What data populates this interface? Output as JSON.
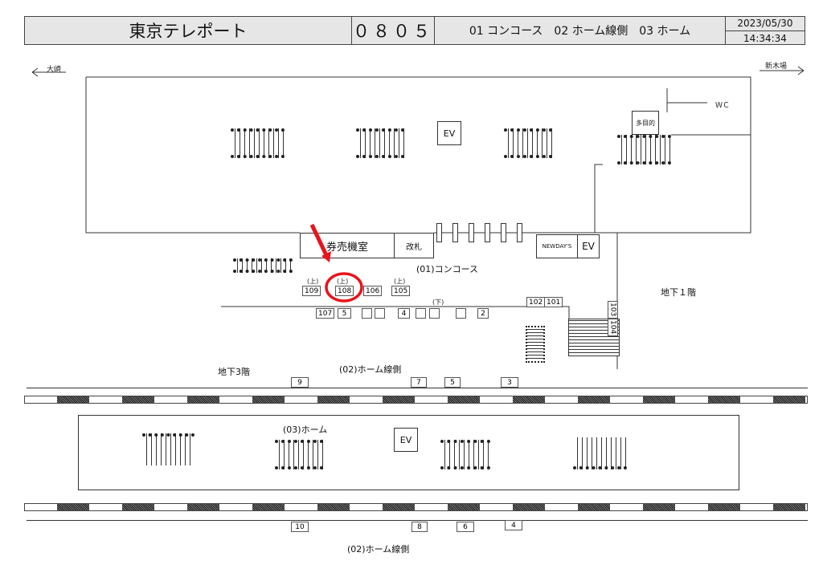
{
  "header": {
    "station": "東京テレポート",
    "code": "０８０５",
    "levels": "01 コンコース　02 ホーム線側　03 ホーム",
    "date": "2023/05/30",
    "time": "14:34:34"
  },
  "directions": {
    "left": "大崎",
    "right": "新木場"
  },
  "concourse": {
    "ev_top": "EV",
    "wc": "ＷＣ",
    "multipurpose": "多目的",
    "ticket_room": "券売機室",
    "gate": "改札",
    "shop": "NEWDAY'S",
    "ev_right": "EV",
    "area_label": "(01)コンコース",
    "floor": "地下１階",
    "up_mark": "(上)",
    "down_mark": "(下)",
    "codes": {
      "c109": "109",
      "c108": "108",
      "c106": "106",
      "c105": "105",
      "c107": "107",
      "c5": "5",
      "c4": "4",
      "c2": "2",
      "c102": "102",
      "c101": "101",
      "c103": "103",
      "c104": "104"
    }
  },
  "platform": {
    "floor": "地下3階",
    "side_label_top": "(02)ホーム線側",
    "side_label_bottom": "(02)ホーム線側",
    "area_label": "(03)ホーム",
    "ev": "EV",
    "top_codes": {
      "c9": "9",
      "c7": "7",
      "c5": "5",
      "c3": "3"
    },
    "bottom_codes": {
      "c10": "10",
      "c8": "8",
      "c6": "6",
      "c4": "4"
    }
  },
  "highlight": {
    "target": "108",
    "color": "#e8141b"
  }
}
